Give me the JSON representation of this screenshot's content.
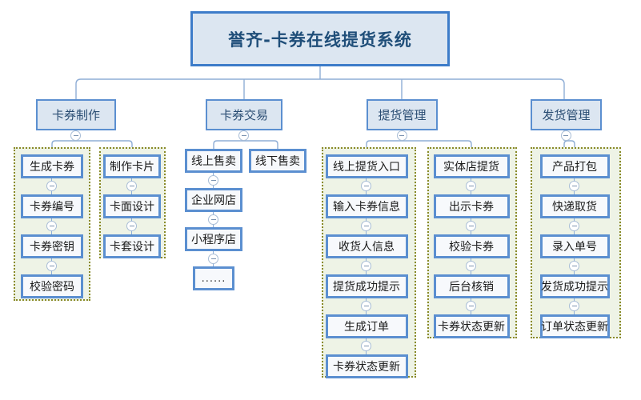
{
  "diagram": {
    "title": "誉齐-卡券在线提货系统",
    "background_color": "#ffffff",
    "node_fill": "#dce6f1",
    "node_border": "#5b8fd0",
    "leaf_fill": "#f7f9fc",
    "group_border": "#8a8a28",
    "group_fill": "#eef3e6",
    "title_text_color": "#1f4e79",
    "connector_color": "#8faed6",
    "toggle_icon": "minus-circle-icon"
  },
  "branches": [
    {
      "label": "卡券制作",
      "groups": [
        {
          "grouped": true,
          "items": [
            "生成卡券",
            "卡券编号",
            "卡券密钥",
            "校验密码"
          ]
        },
        {
          "grouped": true,
          "items": [
            "制作卡片",
            "卡面设计",
            "卡套设计"
          ]
        }
      ]
    },
    {
      "label": "卡券交易",
      "groups": [
        {
          "grouped": false,
          "items": [
            "线上售卖",
            "企业网店",
            "小程序店",
            "......"
          ]
        },
        {
          "grouped": false,
          "items": [
            "线下售卖"
          ]
        }
      ]
    },
    {
      "label": "提货管理",
      "groups": [
        {
          "grouped": true,
          "items": [
            "线上提货入口",
            "输入卡券信息",
            "收货人信息",
            "提货成功提示",
            "生成订单",
            "卡券状态更新"
          ]
        },
        {
          "grouped": true,
          "items": [
            "实体店提货",
            "出示卡券",
            "校验卡券",
            "后台核销",
            "卡券状态更新"
          ]
        }
      ]
    },
    {
      "label": "发货管理",
      "groups": [
        {
          "grouped": true,
          "items": [
            "产品打包",
            "快递取货",
            "录入单号",
            "发货成功提示",
            "订单状态更新"
          ]
        }
      ]
    }
  ]
}
